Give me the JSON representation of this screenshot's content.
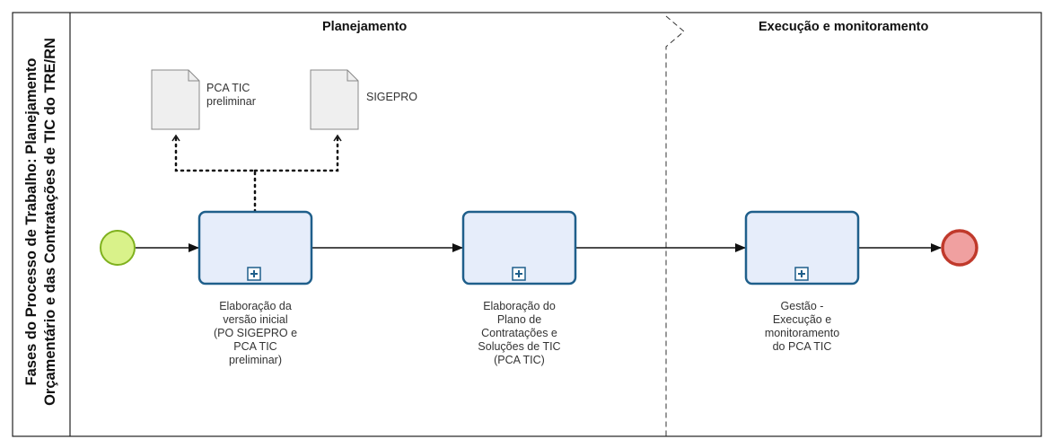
{
  "pool": {
    "title_line1": "Fases do Processo de Trabalho: Planejamento",
    "title_line2": "Orçamentário e das Contratações de TIC do TRE/RN"
  },
  "lanes": [
    {
      "title": "Planejamento"
    },
    {
      "title": "Execução e monitoramento"
    }
  ],
  "documents": [
    {
      "label_lines": [
        "PCA TIC",
        "preliminar"
      ]
    },
    {
      "label_lines": [
        "SIGEPRO"
      ]
    }
  ],
  "tasks": [
    {
      "label_lines": [
        "Elaboração da",
        "versão inicial",
        "(PO SIGEPRO e",
        "PCA TIC",
        "preliminar)"
      ]
    },
    {
      "label_lines": [
        "Elaboração do",
        "Plano de",
        "Contratações e",
        "Soluções de TIC",
        "(PCA TIC)"
      ]
    },
    {
      "label_lines": [
        "Gestão -",
        "Execução e",
        "monitoramento",
        "do PCA TIC"
      ]
    }
  ],
  "events": {
    "start": {
      "color": "#d9f28a",
      "stroke": "#7fb11e"
    },
    "end": {
      "color": "#f0a0a0",
      "stroke": "#c0392b"
    }
  },
  "colors": {
    "task_fill": "#e6edfa",
    "task_stroke": "#1f5f8b",
    "doc_fill": "#efefef",
    "doc_stroke": "#888888",
    "flow": "#111111"
  }
}
